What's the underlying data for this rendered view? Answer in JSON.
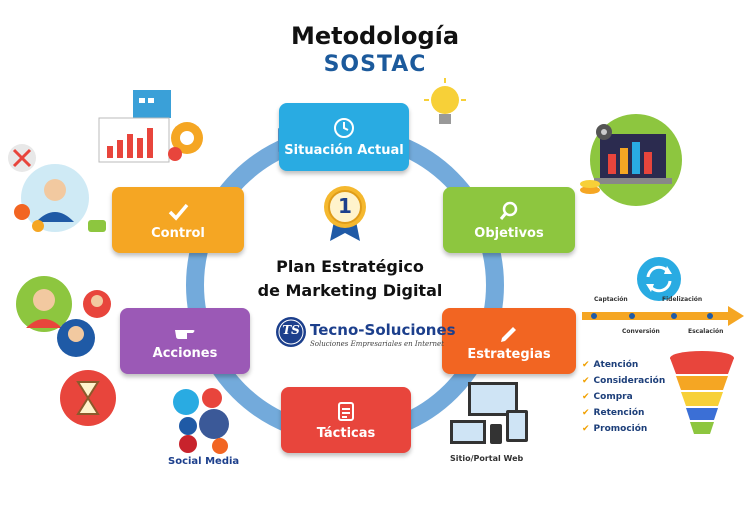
{
  "title": "Metodología",
  "subtitle": "SOSTAC",
  "center": {
    "badge_number": "1",
    "line1": "Plan Estratégico",
    "line2": "de Marketing  Digital"
  },
  "brand": {
    "initials": "TS",
    "name": "Tecno-Soluciones",
    "tagline": "Soluciones Empresariales en Internet"
  },
  "steps": [
    {
      "label": "Situación Actual",
      "color": "#29abe2"
    },
    {
      "label": "Objetivos",
      "color": "#8dc63f"
    },
    {
      "label": "Estrategias",
      "color": "#f26522"
    },
    {
      "label": "Tácticas",
      "color": "#e8453c"
    },
    {
      "label": "Acciones",
      "color": "#9b59b6"
    },
    {
      "label": "Control",
      "color": "#f5a623"
    }
  ],
  "timeline": {
    "labels": [
      "Captación",
      "Fidelización",
      "Conversión",
      "Escalación"
    ],
    "color": "#f5a623"
  },
  "funnel": {
    "items": [
      "Atención",
      "Consideración",
      "Compra",
      "Retención",
      "Promoción"
    ],
    "colors": [
      "#e8453c",
      "#f5a623",
      "#f7d038",
      "#3b6fd6",
      "#8dc63f"
    ]
  },
  "social_label": "Social Media",
  "web_label": "Sitio/Portal Web",
  "ring_color": "#5b9bd5"
}
